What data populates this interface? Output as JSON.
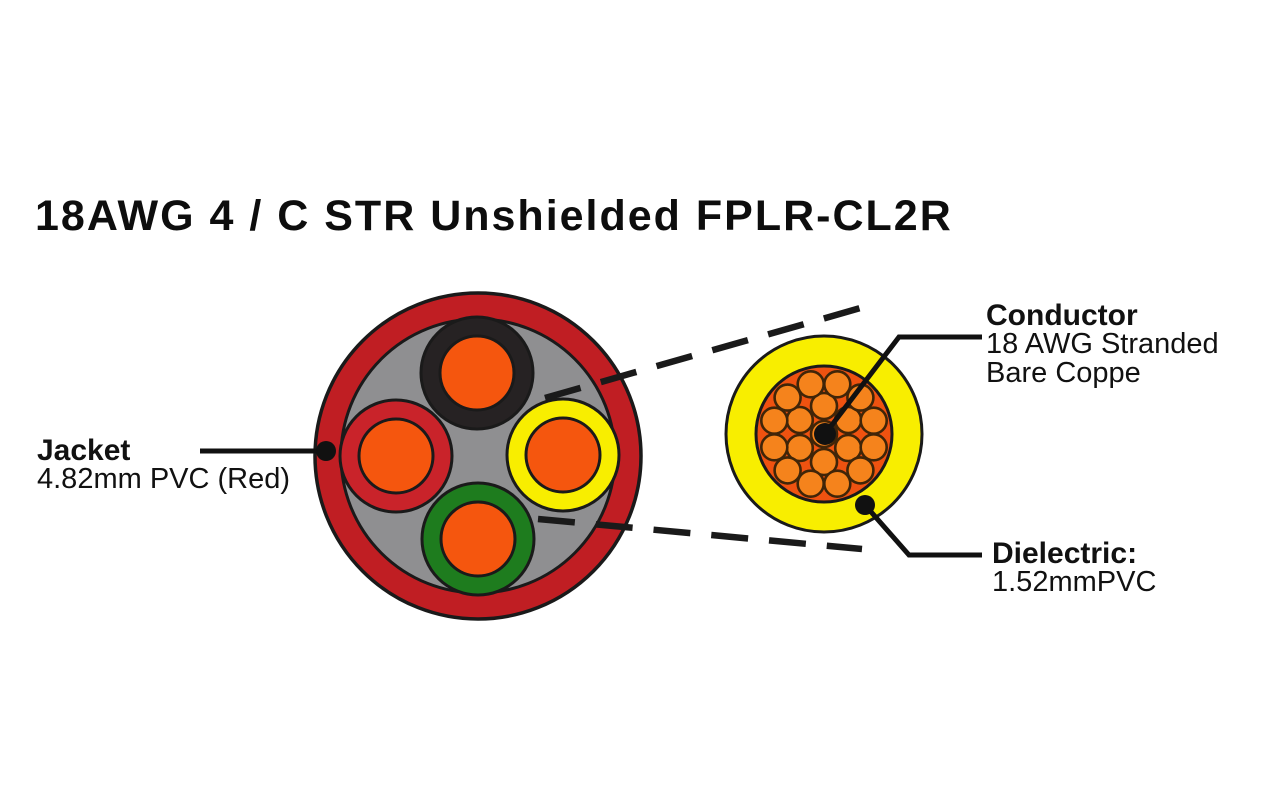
{
  "title": "18AWG 4 / C STR Unshielded FPLR-CL2R",
  "labels": {
    "jacket": {
      "title": "Jacket",
      "subtitle": "4.82mm PVC (Red)"
    },
    "conductor": {
      "title": "Conductor",
      "subtitle1": "18 AWG Stranded",
      "subtitle2": "Bare Coppe"
    },
    "dielectric": {
      "title": "Dielectric:",
      "subtitle": "1.52mmPVC"
    }
  },
  "colors": {
    "background": "#ffffff",
    "text": "#111111",
    "outline": "#1a1a1a",
    "jacket_red": "#C01E23",
    "filler_gray": "#8F8F91",
    "conductor_orange": "#F5560E",
    "insulation_black": "#262223",
    "insulation_red": "#C9232A",
    "insulation_yellow": "#F8EE00",
    "insulation_green": "#1E7C1E",
    "strand_bundle_orange": "#EF5210",
    "strand_orange": "#F5831C",
    "strand_outline": "#402508"
  },
  "cable": {
    "conductor_count": 4,
    "insulation_colors": [
      "black",
      "red",
      "yellow",
      "green"
    ]
  },
  "zoom_detail": {
    "strand_radius": 13,
    "rings": [
      {
        "count": 1,
        "radius": 0
      },
      {
        "count": 6,
        "radius": 28
      },
      {
        "count": 12,
        "radius": 51.5
      }
    ]
  }
}
